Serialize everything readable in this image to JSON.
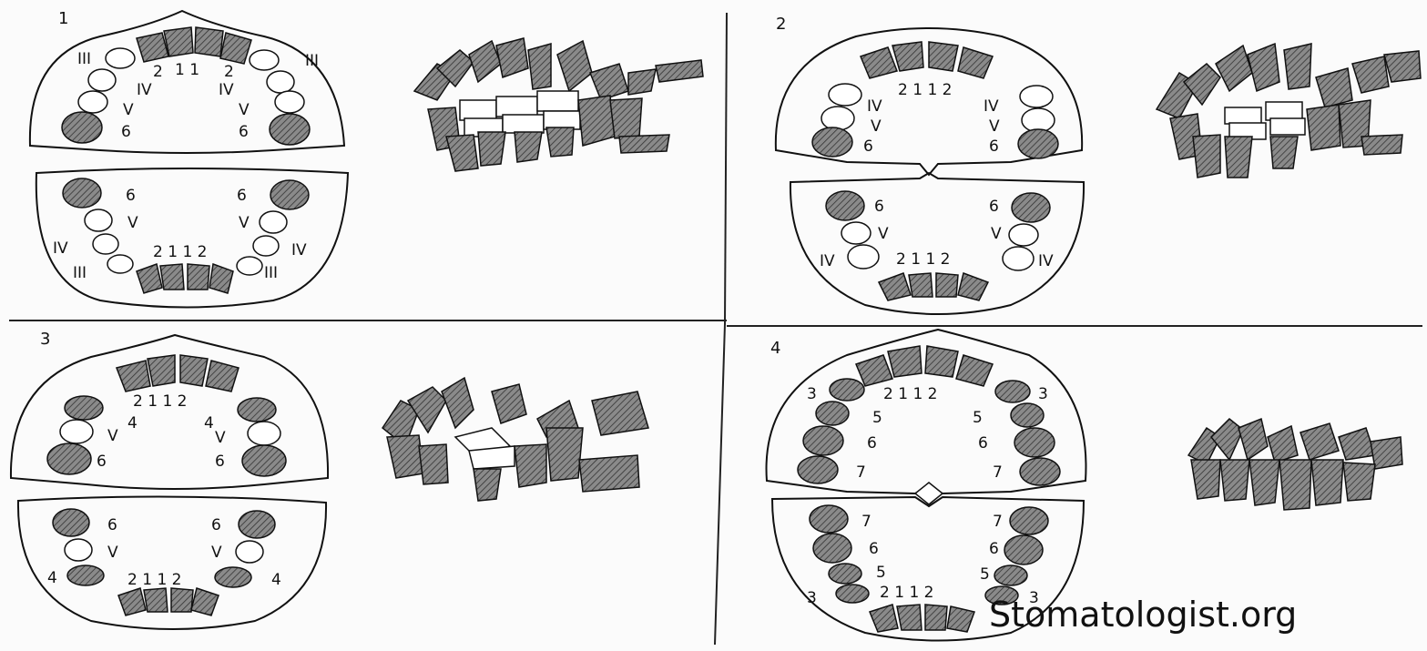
{
  "panels": [
    {
      "number": "1",
      "upper": {
        "central": "1 1",
        "laterals": [
          "2",
          "2"
        ],
        "canines": [
          "III",
          "III"
        ],
        "fourths": [
          "IV",
          "IV"
        ],
        "fifths": [
          "V",
          "V"
        ],
        "molars": [
          "6",
          "6"
        ]
      },
      "lower": {
        "molars": [
          "6",
          "6"
        ],
        "fifths": [
          "V",
          "V"
        ],
        "fourths": [
          "IV",
          "IV"
        ],
        "canines": [
          "III",
          "III"
        ],
        "incisors": "2 1 1 2"
      }
    },
    {
      "number": "2",
      "upper": {
        "incisors": "2 1 1 2",
        "fourths": [
          "IV",
          "IV"
        ],
        "fifths": [
          "V",
          "V"
        ],
        "molars": [
          "6",
          "6"
        ]
      },
      "lower": {
        "molars": [
          "6",
          "6"
        ],
        "fifths": [
          "V",
          "V"
        ],
        "fourths": [
          "IV",
          "IV"
        ],
        "incisors": "2 1 1 2"
      }
    },
    {
      "number": "3",
      "upper": {
        "incisors": "2 1 1 2",
        "fourths": [
          "4",
          "4"
        ],
        "fifths": [
          "V",
          "V"
        ],
        "molars": [
          "6",
          "6"
        ]
      },
      "lower": {
        "molars": [
          "6",
          "6"
        ],
        "fifths": [
          "V",
          "V"
        ],
        "fourths": [
          "4",
          "4"
        ],
        "incisors": "2 1 1 2"
      }
    },
    {
      "number": "4",
      "upper": {
        "incisors": "2 1 1 2",
        "canines": [
          "3",
          "3"
        ],
        "fifths": [
          "5",
          "5"
        ],
        "molars": [
          "6",
          "6"
        ],
        "sevenths": [
          "7",
          "7"
        ]
      },
      "lower": {
        "sevenths": [
          "7",
          "7"
        ],
        "molars": [
          "6",
          "6"
        ],
        "fifths": [
          "5",
          "5"
        ],
        "canines": [
          "3",
          "3"
        ],
        "incisors": "2 1 1 2"
      }
    }
  ],
  "watermark": "Stomatologist.org",
  "colors": {
    "ink": "#111111",
    "tooth_fill": "#8a8a8a",
    "background": "#fbfbfb"
  }
}
